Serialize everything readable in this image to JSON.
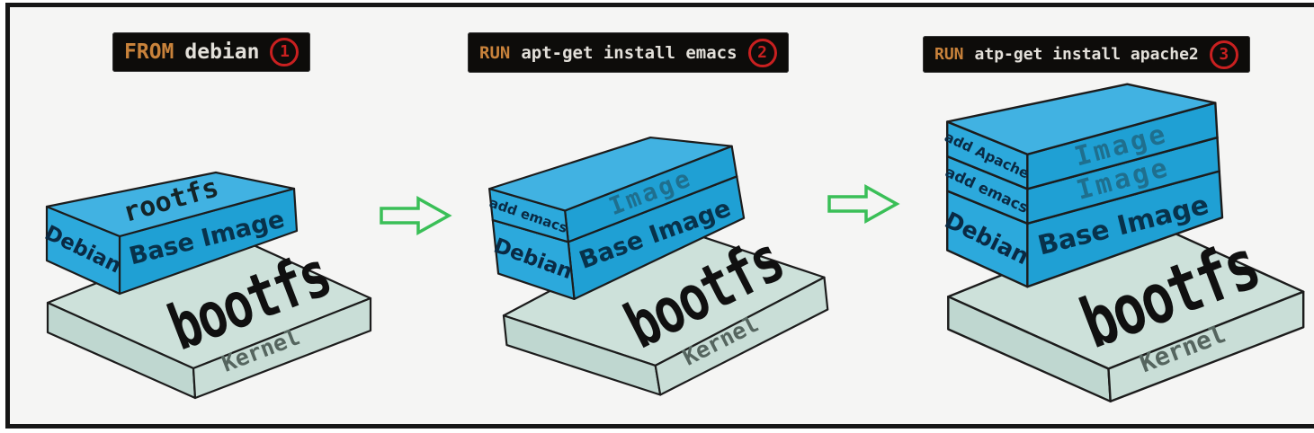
{
  "commands": [
    {
      "keyword": "FROM",
      "args": "debian",
      "step": "1"
    },
    {
      "keyword": "RUN",
      "args": "apt-get install emacs",
      "step": "2"
    },
    {
      "keyword": "RUN",
      "args": "atp-get install apache2",
      "step": "3"
    }
  ],
  "stacks": [
    {
      "base": {
        "top": "bootfs",
        "front": "Kernel"
      },
      "layers": [
        {
          "left": "Debian",
          "front": "Base Image",
          "top": "rootfs"
        }
      ]
    },
    {
      "base": {
        "top": "bootfs",
        "front": "Kernel"
      },
      "layers": [
        {
          "left": "Debian",
          "front": "Base Image"
        },
        {
          "left": "add emacs",
          "front": "Image"
        }
      ]
    },
    {
      "base": {
        "top": "bootfs",
        "front": "Kernel"
      },
      "layers": [
        {
          "left": "Debian",
          "front": "Base Image"
        },
        {
          "left": "add emacs",
          "front": "Image"
        },
        {
          "left": "add Apache",
          "front": "Image"
        }
      ]
    }
  ],
  "colors": {
    "panel-bg": "#f5f5f4",
    "panel-border": "#161616",
    "ink": "#1c1c1c",
    "blue-top": "#41b2e2",
    "blue-front": "#1fa0d4",
    "blue-left": "#2ca9dc",
    "teal-top": "#cde1da",
    "teal-left": "#bfd7d0",
    "teal-right": "#c9ded7",
    "arrow-green": "#3abf57",
    "label-bg": "#0d0c0a",
    "keyword-orange": "#c8823b",
    "command-white": "#e3e0da",
    "step-red": "#c92020",
    "text-black": "#101010",
    "text-kernel": "#55655f",
    "text-navy": "#0a2a44",
    "text-base": "#08324b",
    "text-rootfs": "#142428",
    "text-image": "#1f6f8e"
  }
}
